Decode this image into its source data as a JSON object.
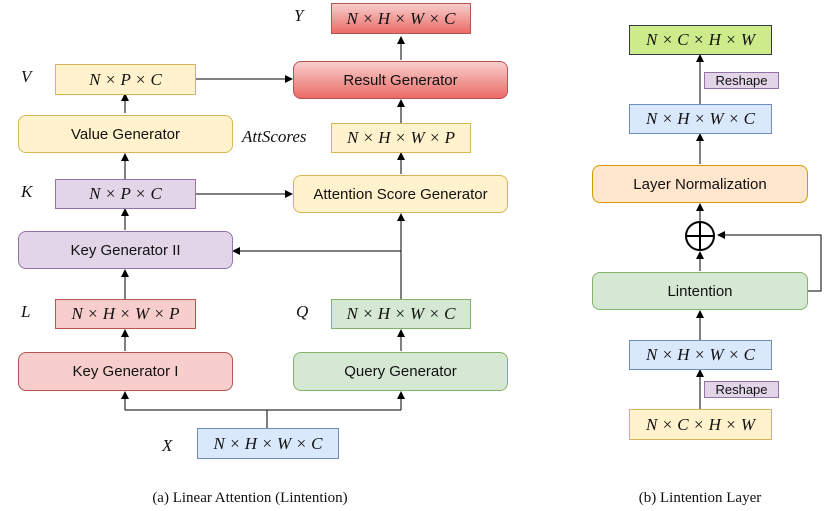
{
  "left": {
    "value_generator": "Value Generator",
    "key_generator_2": "Key Generator II",
    "key_generator_1": "Key Generator I",
    "query_generator": "Query Generator",
    "result_generator": "Result Generator",
    "attention_score_generator": "Attention Score Generator",
    "tensor_y": "N × H × W × C",
    "tensor_v": "N × P × C",
    "tensor_k": "N × P × C",
    "tensor_l": "N × H × W × P",
    "tensor_q": "N × H × W × C",
    "tensor_x": "N × H × W × C",
    "tensor_attscores": "N × H × W × P",
    "sym_y": "Y",
    "sym_v": "V",
    "sym_k": "K",
    "sym_l": "L",
    "sym_q": "Q",
    "sym_x": "X",
    "sym_attscores": "AttScores",
    "caption": "(a) Linear Attention (Lintention)"
  },
  "right": {
    "tensor_top": "N × C × H × W",
    "reshape_top": "Reshape",
    "tensor_mid": "N × H × W × C",
    "layer_norm": "Layer Normalization",
    "sum_symbol": "⊕",
    "lintention": "Lintention",
    "tensor_low": "N × H × W × C",
    "reshape_bottom": "Reshape",
    "tensor_input": "N × C × H × W",
    "caption": "(b) Lintention Layer"
  }
}
